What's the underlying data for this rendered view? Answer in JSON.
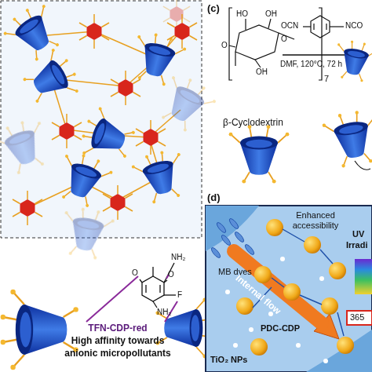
{
  "diagram": {
    "labels": [
      "(c)",
      "HO",
      "OH",
      "O",
      "O",
      "OH",
      "7",
      "OCN",
      "NCO",
      "DMF, 120°C, 72 h",
      "β-Cyclodextrin",
      "(d)",
      "Enhanced accessibility",
      "MB dyes",
      "Internal flow",
      "PDC-CDP",
      "TiO₂ NPs",
      "UV",
      "Irradi",
      "365",
      "NH₂",
      "NH₂",
      "F",
      "O",
      "O",
      "TFN-CDP-red",
      "High affinity towards",
      "anionic micropollutants"
    ]
  }
}
